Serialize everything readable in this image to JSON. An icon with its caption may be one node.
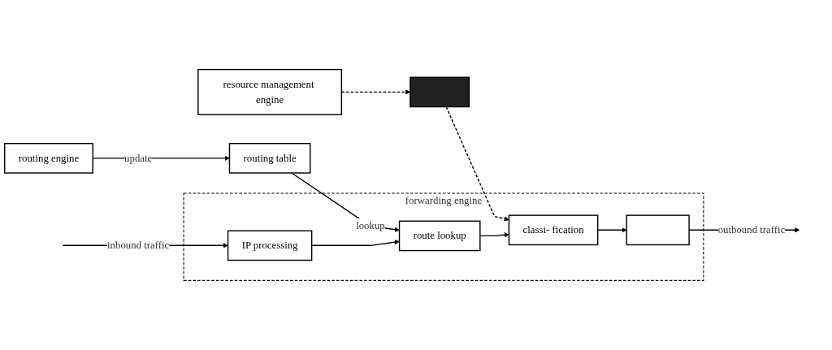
{
  "diagram": {
    "nodes": [
      {
        "text": [
          "forwarding engine"
        ]
      },
      {
        "text": [
          "routing engine"
        ]
      },
      {
        "text": [
          "resource management engine"
        ]
      },
      {
        "text": [
          "routing table"
        ]
      },
      {
        "text": [],
        "shape": "bar"
      },
      {
        "text": [
          "IP processing"
        ],
        "in": 0
      },
      {
        "text": [
          "route lookup"
        ],
        "in": 0
      },
      {
        "text": [
          "classi- fication"
        ],
        "in": 0
      },
      {
        "text": [],
        "shape": "box",
        "in": 0
      }
    ],
    "edges": [
      {
        "from": 1,
        "to": 3,
        "label": "update",
        "arrow": "to"
      },
      {
        "from": 3,
        "to": 6,
        "label": "lookup",
        "arrow": "to"
      },
      {
        "from": 2,
        "to": 4,
        "arrow": "to",
        "style": "dashed"
      },
      {
        "from": 4,
        "to": 7,
        "arrow": "to",
        "style": "dashed"
      },
      {
        "from": null,
        "to": 5,
        "label": "inbound traffic",
        "arrow": "to"
      },
      {
        "from": 5,
        "to": 6,
        "arrow": "to"
      },
      {
        "from": 6,
        "to": 7,
        "arrow": "to"
      },
      {
        "from": 7,
        "to": 8,
        "arrow": "to"
      },
      {
        "from": 8,
        "to": null,
        "label": "outbound traffic",
        "arrow": "to"
      }
    ]
  }
}
